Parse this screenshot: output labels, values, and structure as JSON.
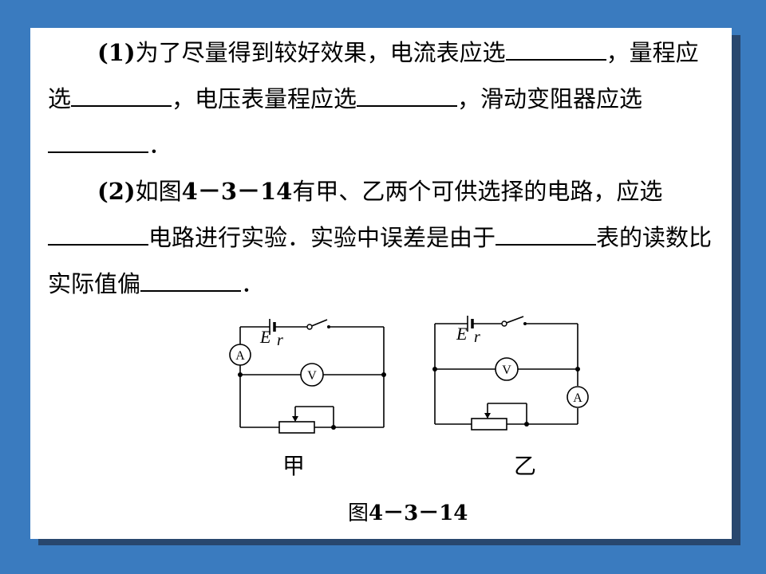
{
  "q1": {
    "l1a": "(1)",
    "l1b": "为了尽量得到较好效果，电流表应选",
    "l1c": "，量",
    "l2a": "程应选",
    "l2b": "，电压表量程应选",
    "l2c": "，滑动变阻器应",
    "l3a": "选",
    "l3b": "．"
  },
  "q2": {
    "l1a": "(2)",
    "l1b": "如图",
    "l1c": "4－3－14",
    "l1d": "有甲、乙两个可供选择的电路，应选",
    "l2a": "电路进行实验．实验中误差是由于",
    "l2b": "表的读",
    "l3a": "数比实际值偏",
    "l3b": "．"
  },
  "circuits": {
    "emf_label": "E",
    "r_label": "r",
    "ammeter_label": "A",
    "voltmeter_label": "V",
    "left_name": "甲",
    "right_name": "乙"
  },
  "caption": {
    "prefix": "图",
    "number": "4－3－14"
  }
}
